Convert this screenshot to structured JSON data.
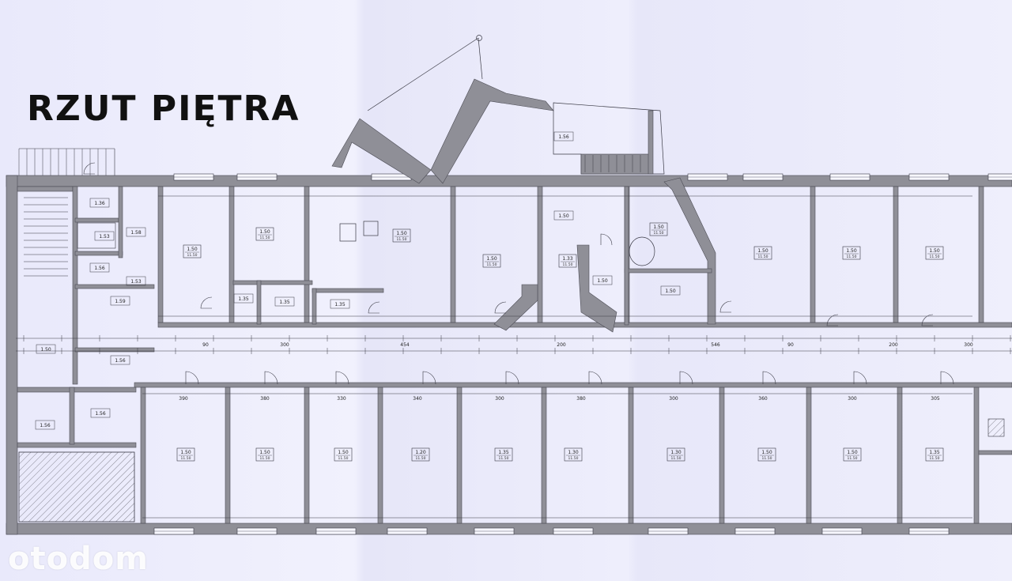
{
  "title": "RZUT PIĘTRA",
  "watermark": "otodom",
  "colors": {
    "wall": "#8f8f97",
    "wall_stroke": "#4c4c55",
    "line": "#3a3a45",
    "paper": "#eeeefb",
    "hatch": "#6a6a75"
  },
  "room_labels": {
    "upper": [
      "1.50",
      "1.50",
      "1.50",
      "1.50",
      "1.33",
      "1.50",
      "1.50",
      "1.50",
      "1.50"
    ],
    "lower": [
      "1.50",
      "1.50",
      "1.50",
      "1.20",
      "1.35",
      "1.30",
      "1.30",
      "1.50",
      "1.50",
      "1.35"
    ],
    "small": [
      "1.36",
      "1.53",
      "1.58",
      "1.56",
      "1.53",
      "1.59",
      "1.50",
      "1.56",
      "1.56",
      "1.56",
      "1.35",
      "1.35",
      "1.35",
      "1.50",
      "1.50",
      "1.56",
      "1.50"
    ]
  },
  "dimension_labels": {
    "corridor": [
      "90",
      "300",
      "454",
      "200",
      "546",
      "90",
      "200",
      "300"
    ],
    "room_width": [
      "390",
      "380",
      "330",
      "340",
      "300",
      "380",
      "300",
      "360",
      "300",
      "305"
    ]
  }
}
